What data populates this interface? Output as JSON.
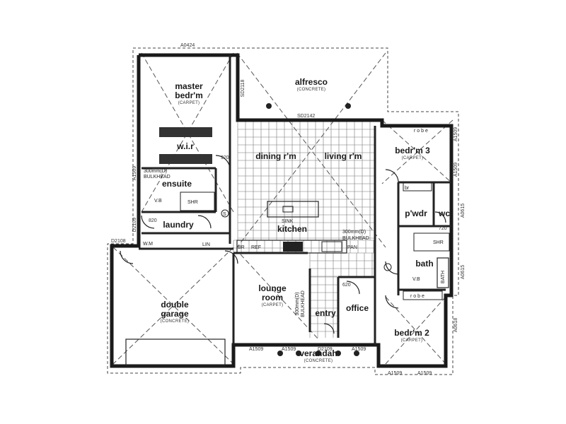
{
  "rooms": {
    "master": "master",
    "bedrm": "bedr'm",
    "master_sub": "(CARPET)",
    "alfresco": "alfresco",
    "alfresco_sub": "(CONCRETE)",
    "wir": "w.i.r",
    "dining": "dining r'm",
    "living": "living r'm",
    "bedrm3": "bedr'm 3",
    "bedrm3_sub": "(CARPET)",
    "ensuite": "ensuite",
    "pwdr": "p'wdr",
    "wc": "wc",
    "laundry": "laundry",
    "kitchen": "kitchen",
    "bath": "bath",
    "lounge1": "lounge",
    "lounge2": "room",
    "lounge_sub": "(CARPET)",
    "double": "double",
    "garage": "garage",
    "garage_sub": "(CONCRETE)",
    "entry": "entry",
    "office": "office",
    "bedrm2": "bedr'm 2",
    "bedrm2_sub": "(CARPET)",
    "verandah": "verandah",
    "verandah_sub": "(CONCRETE)"
  },
  "fixtures": {
    "bulkhead1a": "300mm(D)",
    "bulkhead1b": "BULKHEAD",
    "bulkhead2a": "300mm(D)",
    "bulkhead2b": "BULKHEAD",
    "bulkhead3a": "300mm(D)",
    "bulkhead3b": "BULKHEAD",
    "shr1": "SHR",
    "shr2": "SHR",
    "vb1": "V.B",
    "vb2": "V.B",
    "sink": "SINK",
    "br": "BR",
    "ref": "REF",
    "pan": "PAN",
    "lin": "LIN",
    "wm": "W.M",
    "bath_tub": "BATH",
    "br2": "br",
    "robe1": "r o b e",
    "robe2": "r o b e",
    "circle_s": "S"
  },
  "dims": {
    "a0424": "A0424",
    "sd2118": "SD2118",
    "sd2142": "SD2142",
    "a1509_1": "A1509",
    "a1509_2": "A1509",
    "a1509_3": "A1509",
    "a1509_4": "A1509",
    "a1509_5": "A1509",
    "a1509_6": "A1509",
    "a1509_7": "A1509",
    "a1509_8": "A1509",
    "d2109_1": "D2109",
    "d2109_2": "D2109",
    "d2108": "D2108",
    "a0615_1": "A0615",
    "a0615_2": "A0615",
    "a0618": "A0618",
    "d820": "820",
    "d720": "720",
    "d920": "920",
    "d620": "620"
  }
}
